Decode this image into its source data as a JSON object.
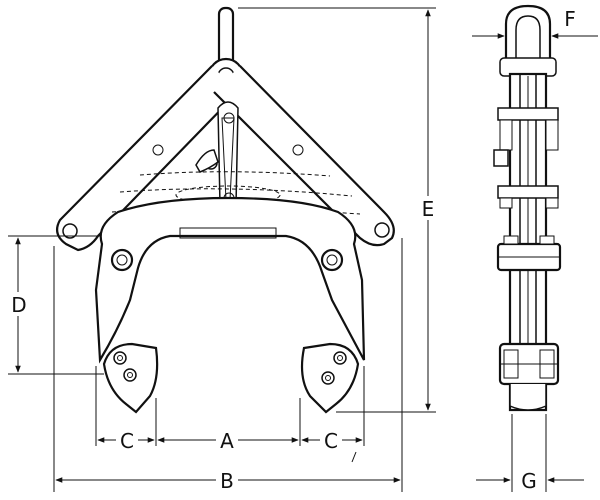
{
  "diagram": {
    "dimension_labels": {
      "A": "A",
      "B": "B",
      "C_left": "C",
      "C_right": "C",
      "D": "D",
      "E": "E",
      "F": "F",
      "G": "G"
    },
    "line_color": "#111111",
    "background_color": "#ffffff"
  }
}
